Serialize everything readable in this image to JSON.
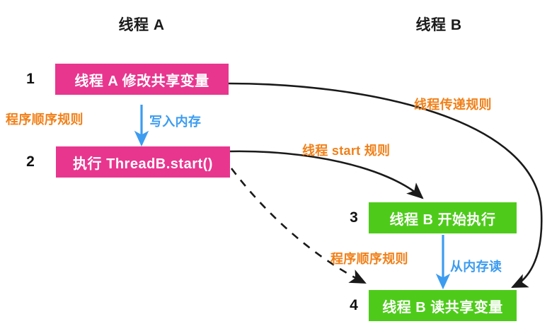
{
  "diagram": {
    "title_threads": [
      {
        "id": "thread-a",
        "label": "线程 A"
      },
      {
        "id": "thread-b",
        "label": "线程 B"
      }
    ],
    "nodes": [
      {
        "id": "node-1",
        "num": "1",
        "label": "线程 A 修改共享变量",
        "color": "#e8368f",
        "kind": "pink"
      },
      {
        "id": "node-2",
        "num": "2",
        "label": "执行 ThreadB.start()",
        "color": "#e8368f",
        "kind": "pink"
      },
      {
        "id": "node-3",
        "num": "3",
        "label": "线程 B 开始执行",
        "color": "#4ecb1a",
        "kind": "green"
      },
      {
        "id": "node-4",
        "num": "4",
        "label": "线程 B 读共享变量",
        "color": "#4ecb1a",
        "kind": "green"
      }
    ],
    "edge_labels": [
      {
        "id": "program-order-a",
        "label": "程序顺序规则",
        "color": "#f08019"
      },
      {
        "id": "write-to-memory",
        "label": "写入内存",
        "color": "#3c9cf0"
      },
      {
        "id": "thread-transfer-rule",
        "label": "线程传递规则",
        "color": "#f08019"
      },
      {
        "id": "thread-start-rule",
        "label": "线程 start 规则",
        "color": "#f08019"
      },
      {
        "id": "program-order-b",
        "label": "程序顺序规则",
        "color": "#f08019"
      },
      {
        "id": "read-from-memory",
        "label": "从内存读",
        "color": "#3c9cf0"
      }
    ],
    "colors": {
      "pink": "#e8368f",
      "green": "#4ecb1a",
      "orange": "#f08019",
      "blue": "#3c9cf0",
      "edge": "#1a1a1a",
      "background": "#ffffff"
    }
  }
}
